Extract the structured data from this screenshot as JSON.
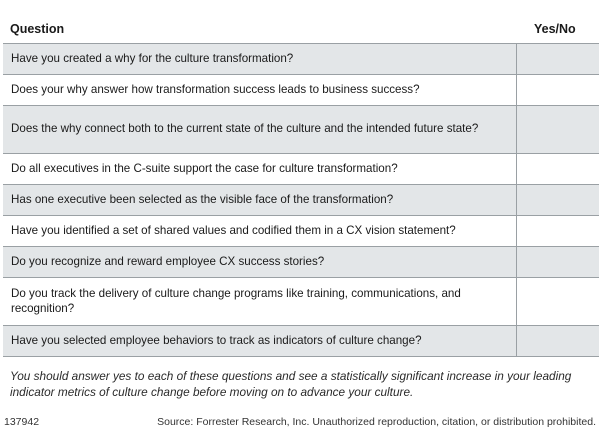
{
  "table": {
    "headers": {
      "question": "Question",
      "answer": "Yes/No"
    },
    "rows": [
      {
        "question": "Have you created a why for the culture transformation?"
      },
      {
        "question": "Does your why answer how transformation success leads to business success?"
      },
      {
        "question": "Does the why connect both to the current state of the culture and the intended future state?"
      },
      {
        "question": "Do all executives in the C-suite support the case for culture transformation?"
      },
      {
        "question": "Has one executive been selected as the visible face of the transformation?"
      },
      {
        "question": "Have you identified a set of shared values and codified them in a CX vision statement?"
      },
      {
        "question": "Do you recognize and reward employee CX success stories?"
      },
      {
        "question": "Do you track the delivery of culture change programs like training, communications, and recognition?"
      },
      {
        "question": "Have you selected employee behaviors to track as indicators of culture change?"
      }
    ]
  },
  "note": "You should answer yes to each of these questions and see a statistically significant increase in your leading indicator metrics of culture change before moving on to advance your culture.",
  "footer": {
    "id": "137942",
    "source": "Source: Forrester Research, Inc. Unauthorized reproduction, citation, or distribution prohibited."
  },
  "colors": {
    "shaded_row": "#e3e6e8",
    "border": "#9aa0a4"
  }
}
